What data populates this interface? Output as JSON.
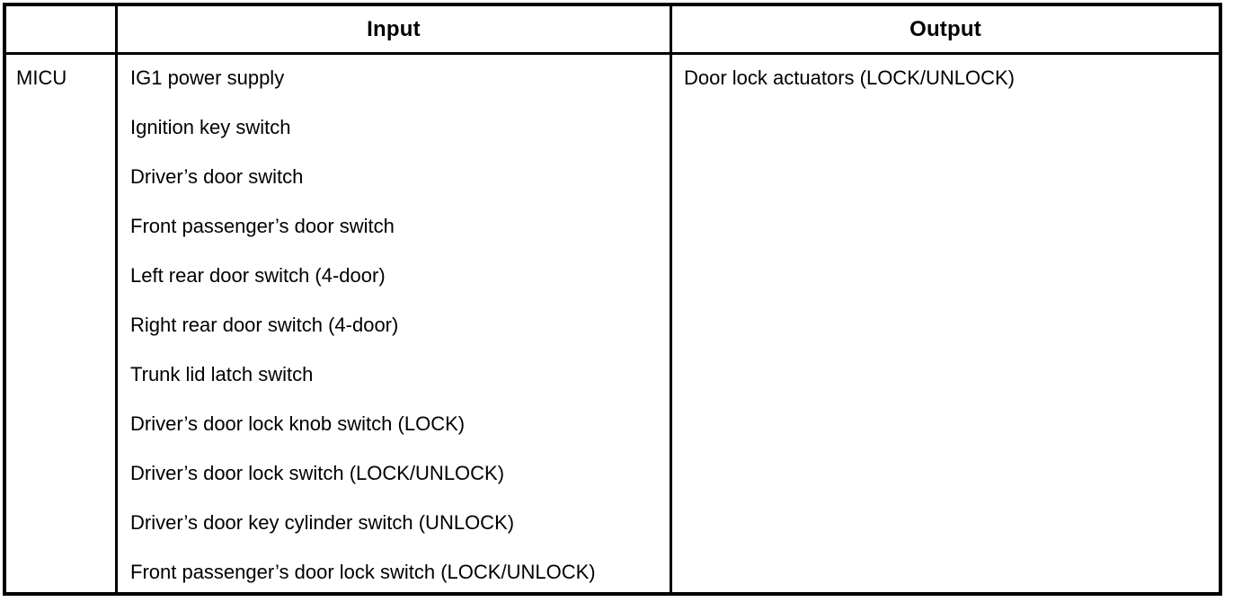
{
  "table": {
    "headers": {
      "module_column": "",
      "input_column": "Input",
      "output_column": "Output"
    },
    "rows": [
      {
        "module": "MICU",
        "inputs": [
          "IG1 power supply",
          "Ignition key switch",
          "Driver’s door switch",
          "Front passenger’s door switch",
          "Left rear door switch (4-door)",
          "Right rear door switch (4-door)",
          "Trunk lid latch switch",
          "Driver’s door lock knob switch (LOCK)",
          "Driver’s door lock switch (LOCK/UNLOCK)",
          "Driver’s door key cylinder switch (UNLOCK)",
          "Front passenger’s door lock switch (LOCK/UNLOCK)"
        ],
        "outputs": [
          "Door lock actuators (LOCK/UNLOCK)"
        ]
      }
    ]
  },
  "colors": {
    "border": "#000000",
    "text": "#000000",
    "background": "#ffffff"
  }
}
